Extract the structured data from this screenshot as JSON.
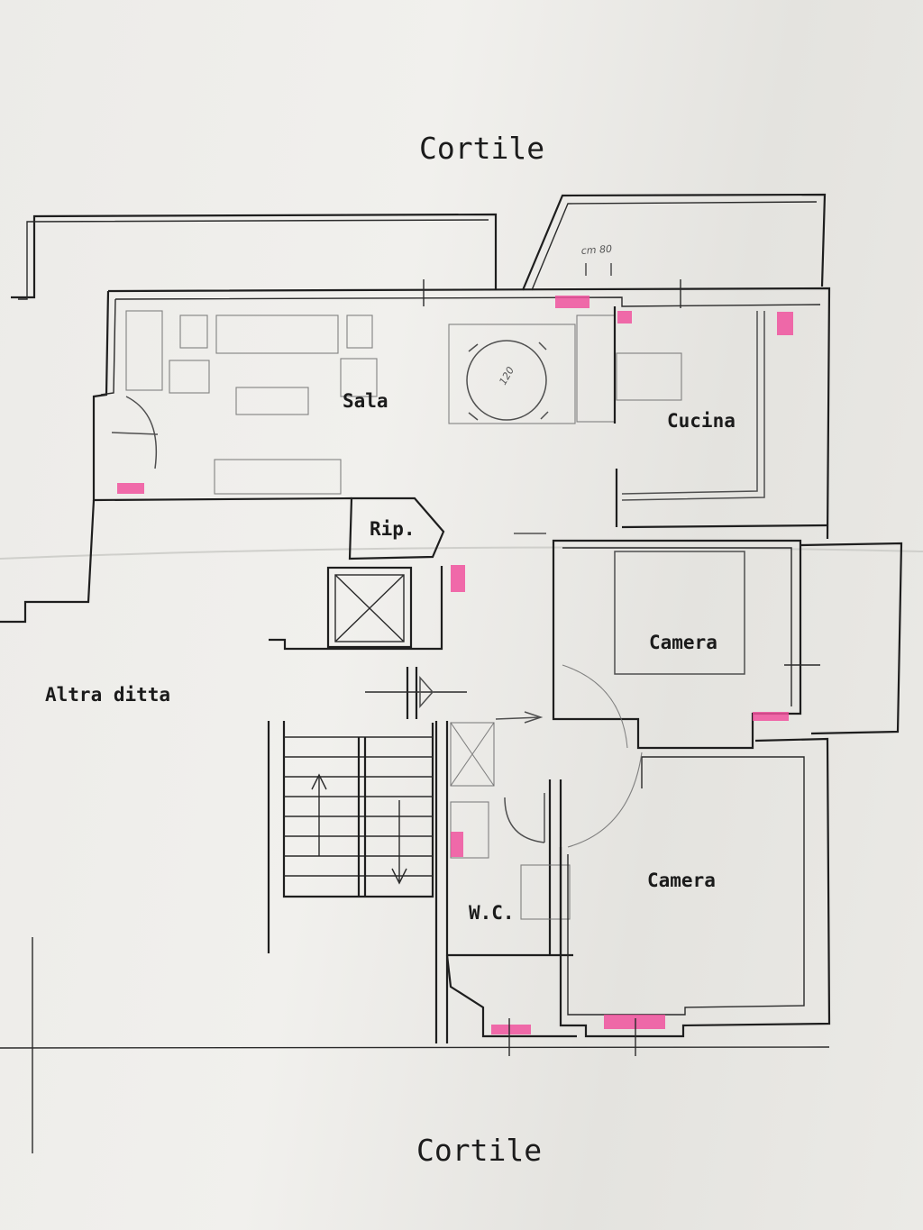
{
  "labels": {
    "top_courtyard": "Cortile",
    "bottom_courtyard": "Cortile",
    "other_company": "Altra ditta",
    "living_room": "Sala",
    "kitchen": "Cucina",
    "storage": "Rip.",
    "bedroom_upper": "Camera",
    "bedroom_lower": "Camera",
    "bathroom": "W.C.",
    "table_dim": "120",
    "width_note": "cm 80"
  },
  "colors": {
    "paper": "#ecebe8",
    "ink": "#1e1e1e",
    "pencil": "#6f6f6f",
    "highlighter": "#f0529d"
  }
}
